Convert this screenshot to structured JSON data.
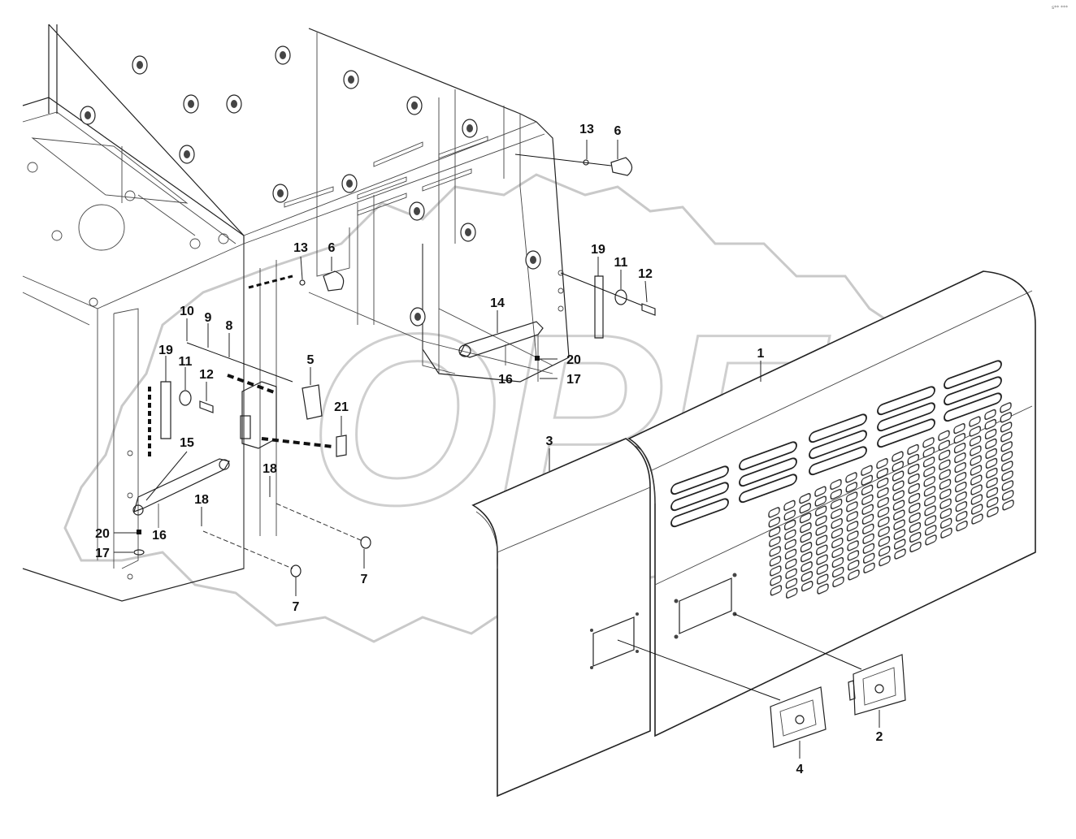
{
  "diagram": {
    "corner_code": "s** ***",
    "watermark_text": "OPEX",
    "callouts": [
      {
        "id": "c1",
        "label": "1"
      },
      {
        "id": "c2",
        "label": "2"
      },
      {
        "id": "c3",
        "label": "3"
      },
      {
        "id": "c4",
        "label": "4"
      },
      {
        "id": "c5",
        "label": "5"
      },
      {
        "id": "c6a",
        "label": "6"
      },
      {
        "id": "c6b",
        "label": "6"
      },
      {
        "id": "c7a",
        "label": "7"
      },
      {
        "id": "c7b",
        "label": "7"
      },
      {
        "id": "c8",
        "label": "8"
      },
      {
        "id": "c9",
        "label": "9"
      },
      {
        "id": "c10",
        "label": "10"
      },
      {
        "id": "c11a",
        "label": "11"
      },
      {
        "id": "c11b",
        "label": "11"
      },
      {
        "id": "c12a",
        "label": "12"
      },
      {
        "id": "c12b",
        "label": "12"
      },
      {
        "id": "c13a",
        "label": "13"
      },
      {
        "id": "c13b",
        "label": "13"
      },
      {
        "id": "c14",
        "label": "14"
      },
      {
        "id": "c15",
        "label": "15"
      },
      {
        "id": "c16a",
        "label": "16"
      },
      {
        "id": "c16b",
        "label": "16"
      },
      {
        "id": "c17a",
        "label": "17"
      },
      {
        "id": "c17b",
        "label": "17"
      },
      {
        "id": "c18a",
        "label": "18"
      },
      {
        "id": "c18b",
        "label": "18"
      },
      {
        "id": "c19a",
        "label": "19"
      },
      {
        "id": "c19b",
        "label": "19"
      },
      {
        "id": "c20a",
        "label": "20"
      },
      {
        "id": "c20b",
        "label": "20"
      },
      {
        "id": "c21",
        "label": "21"
      }
    ]
  }
}
